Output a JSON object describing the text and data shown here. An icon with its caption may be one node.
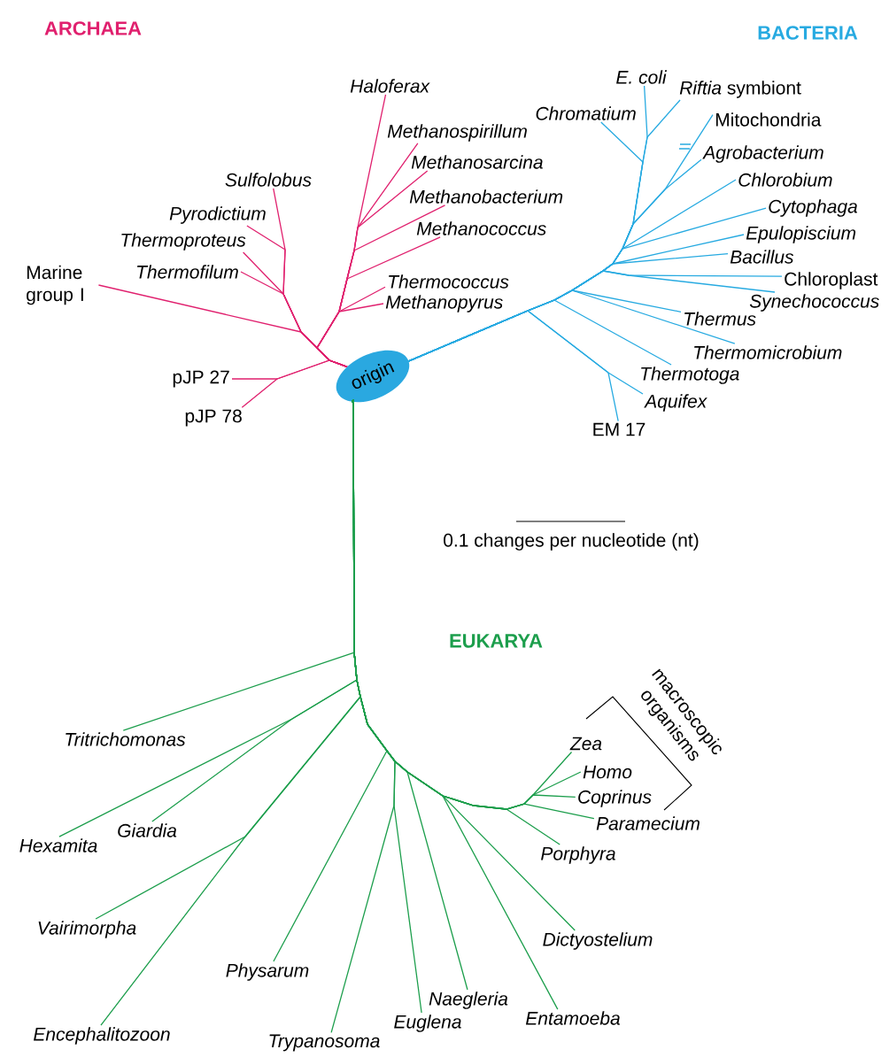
{
  "diagram": {
    "nodes": [
      {
        "text": [
          "origin"
        ]
      },
      {
        "text": [
          "Haloferax"
        ]
      },
      {
        "text": [
          "Methanospirillum"
        ]
      },
      {
        "text": [
          "Methanosarcina"
        ]
      },
      {
        "text": [
          "Methanobacterium"
        ]
      },
      {
        "text": [
          "Methanococcus"
        ]
      },
      {
        "text": [
          "Sulfolobus"
        ]
      },
      {
        "text": [
          "Pyrodictium"
        ]
      },
      {
        "text": [
          "Thermoproteus"
        ]
      },
      {
        "text": [
          "Thermofilum"
        ]
      },
      {
        "text": [
          "Marine group I"
        ]
      },
      {
        "text": [
          "Thermococcus"
        ]
      },
      {
        "text": [
          "Methanopyrus"
        ]
      },
      {
        "text": [
          "pJP 27"
        ]
      },
      {
        "text": [
          "pJP 78"
        ]
      },
      {
        "text": [
          "E. coli"
        ]
      },
      {
        "text": [
          "*Riftia* symbiont"
        ]
      },
      {
        "text": [
          "Chromatium"
        ]
      },
      {
        "text": [
          "Mitochondria"
        ]
      },
      {
        "text": [
          "Agrobacterium"
        ]
      },
      {
        "text": [
          "Chlorobium"
        ]
      },
      {
        "text": [
          "Cytophaga"
        ]
      },
      {
        "text": [
          "Epulopiscium"
        ]
      },
      {
        "text": [
          "Bacillus"
        ]
      },
      {
        "text": [
          "Chloroplast"
        ]
      },
      {
        "text": [
          "Synechococcus"
        ]
      },
      {
        "text": [
          "Thermus"
        ]
      },
      {
        "text": [
          "Thermomicrobium"
        ]
      },
      {
        "text": [
          "Thermotoga"
        ]
      },
      {
        "text": [
          "Aquifex"
        ]
      },
      {
        "text": [
          "EM 17"
        ]
      },
      {
        "text": [
          "Tritrichomonas"
        ]
      },
      {
        "text": [
          "Zea"
        ]
      },
      {
        "text": [
          "Homo"
        ]
      },
      {
        "text": [
          "Coprinus"
        ]
      },
      {
        "text": [
          "Paramecium"
        ]
      },
      {
        "text": [
          "Giardia"
        ]
      },
      {
        "text": [
          "Hexamita"
        ]
      },
      {
        "text": [
          "Porphyra"
        ]
      },
      {
        "text": [
          "Vairimorpha"
        ]
      },
      {
        "text": [
          "Dictyostelium"
        ]
      },
      {
        "text": [
          "Physarum"
        ]
      },
      {
        "text": [
          "Naegleria"
        ]
      },
      {
        "text": [
          "Encephalitozoon"
        ]
      },
      {
        "text": [
          "Entamoeba"
        ]
      },
      {
        "text": [
          "Euglena"
        ]
      },
      {
        "text": [
          "Trypanosoma"
        ]
      }
    ],
    "edges": [
      {
        "from": 0,
        "to": 1,
        "arrow": "none",
        "color": "#e0206e"
      },
      {
        "from": 0,
        "to": 2,
        "arrow": "none",
        "color": "#e0206e"
      },
      {
        "from": 0,
        "to": 3,
        "arrow": "none",
        "color": "#e0206e"
      },
      {
        "from": 0,
        "to": 4,
        "arrow": "none",
        "color": "#e0206e"
      },
      {
        "from": 0,
        "to": 5,
        "arrow": "none",
        "color": "#e0206e"
      },
      {
        "from": 0,
        "to": 6,
        "arrow": "none",
        "color": "#e0206e"
      },
      {
        "from": 0,
        "to": 7,
        "arrow": "none",
        "color": "#e0206e"
      },
      {
        "from": 0,
        "to": 8,
        "arrow": "none",
        "color": "#e0206e"
      },
      {
        "from": 0,
        "to": 9,
        "arrow": "none",
        "color": "#e0206e"
      },
      {
        "from": 0,
        "to": 10,
        "arrow": "none",
        "color": "#e0206e"
      },
      {
        "from": 0,
        "to": 11,
        "arrow": "none",
        "color": "#e0206e"
      },
      {
        "from": 0,
        "to": 12,
        "arrow": "none",
        "color": "#e0206e"
      },
      {
        "from": 0,
        "to": 13,
        "arrow": "none",
        "color": "#e0206e"
      },
      {
        "from": 0,
        "to": 14,
        "arrow": "none",
        "color": "#e0206e"
      },
      {
        "from": 0,
        "to": 15,
        "arrow": "none",
        "color": "#27aae1"
      },
      {
        "from": 0,
        "to": 16,
        "arrow": "none",
        "color": "#27aae1"
      },
      {
        "from": 0,
        "to": 17,
        "arrow": "none",
        "color": "#27aae1"
      },
      {
        "from": 0,
        "to": 18,
        "arrow": "none",
        "color": "#27aae1"
      },
      {
        "from": 0,
        "to": 19,
        "arrow": "none",
        "color": "#27aae1"
      },
      {
        "from": 0,
        "to": 20,
        "arrow": "none",
        "color": "#27aae1"
      },
      {
        "from": 0,
        "to": 21,
        "arrow": "none",
        "color": "#27aae1"
      },
      {
        "from": 0,
        "to": 22,
        "arrow": "none",
        "color": "#27aae1"
      },
      {
        "from": 0,
        "to": 23,
        "arrow": "none",
        "color": "#27aae1"
      },
      {
        "from": 0,
        "to": 24,
        "arrow": "none",
        "color": "#27aae1"
      },
      {
        "from": 0,
        "to": 25,
        "arrow": "none",
        "color": "#27aae1"
      },
      {
        "from": 0,
        "to": 26,
        "arrow": "none",
        "color": "#27aae1"
      },
      {
        "from": 0,
        "to": 27,
        "arrow": "none",
        "color": "#27aae1"
      },
      {
        "from": 0,
        "to": 28,
        "arrow": "none",
        "color": "#27aae1"
      },
      {
        "from": 0,
        "to": 29,
        "arrow": "none",
        "color": "#27aae1"
      },
      {
        "from": 0,
        "to": 30,
        "arrow": "none",
        "color": "#27aae1"
      },
      {
        "from": 0,
        "to": 31,
        "arrow": "none",
        "color": "#1c9e4c"
      },
      {
        "from": 0,
        "to": 32,
        "arrow": "none",
        "color": "#1c9e4c"
      },
      {
        "from": 0,
        "to": 33,
        "arrow": "none",
        "color": "#1c9e4c"
      },
      {
        "from": 0,
        "to": 34,
        "arrow": "none",
        "color": "#1c9e4c"
      },
      {
        "from": 0,
        "to": 35,
        "arrow": "none",
        "color": "#1c9e4c"
      },
      {
        "from": 0,
        "to": 36,
        "arrow": "none",
        "color": "#1c9e4c"
      },
      {
        "from": 0,
        "to": 37,
        "arrow": "none",
        "color": "#1c9e4c"
      },
      {
        "from": 0,
        "to": 38,
        "arrow": "none",
        "color": "#1c9e4c"
      },
      {
        "from": 0,
        "to": 39,
        "arrow": "none",
        "color": "#1c9e4c"
      },
      {
        "from": 0,
        "to": 40,
        "arrow": "none",
        "color": "#1c9e4c"
      },
      {
        "from": 0,
        "to": 41,
        "arrow": "none",
        "color": "#1c9e4c"
      },
      {
        "from": 0,
        "to": 42,
        "arrow": "none",
        "color": "#1c9e4c"
      },
      {
        "from": 0,
        "to": 43,
        "arrow": "none",
        "color": "#1c9e4c"
      },
      {
        "from": 0,
        "to": 44,
        "arrow": "none",
        "color": "#1c9e4c"
      },
      {
        "from": 0,
        "to": 45,
        "arrow": "none",
        "color": "#1c9e4c"
      },
      {
        "from": 0,
        "to": 46,
        "arrow": "none",
        "color": "#1c9e4c"
      }
    ],
    "labels": [
      "ARCHAEA",
      "BACTERIA",
      "0.1 changes per nucleotide (nt)",
      "EUKARYA",
      "macroscopic organisms"
    ]
  }
}
